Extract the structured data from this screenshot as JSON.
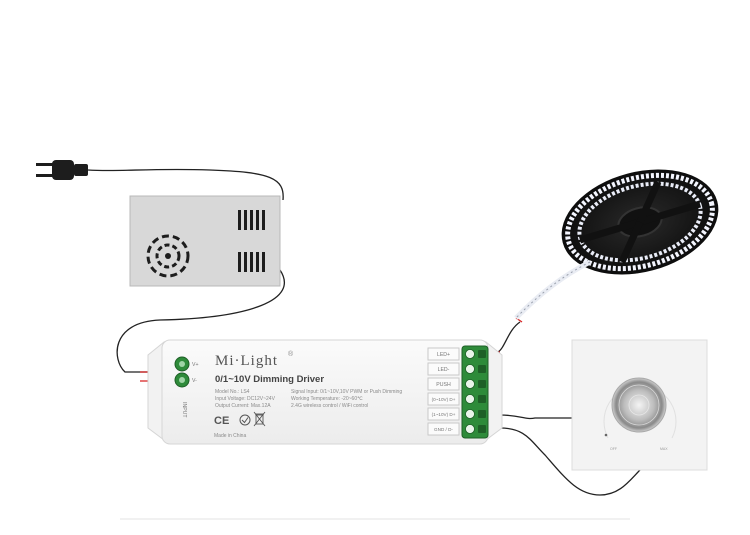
{
  "device": {
    "brand": "Mi·Light",
    "registered_mark": "®",
    "title": "0/1~10V Dimming Driver",
    "specs_left": [
      "Model No.: LS4",
      "Input Voltage: DC12V~24V",
      "Output Current: Max.12A"
    ],
    "specs_right": [
      "Signal Input: 0/1~10V,10V PWM or Push Dimming",
      "Working Temperature: -20~60℃",
      "2.4G wireless control / WiFi control"
    ],
    "made_in": "Made in China",
    "cert_ce": "CE",
    "input_label": "INPUT",
    "input_plus": "V+",
    "input_minus": "V-",
    "terminals": [
      "LED+",
      "LED-",
      "PUSH",
      "(0~10V) D+",
      "(1~10V) D+",
      "GND / D-"
    ]
  },
  "dimmer": {
    "label_left": "OFF",
    "label_right": "MAX"
  },
  "colors": {
    "wire": "#222222",
    "wire_red": "#d62020",
    "terminal_green": "#2e8b3a",
    "psu_grey": "#d8d8d8"
  }
}
